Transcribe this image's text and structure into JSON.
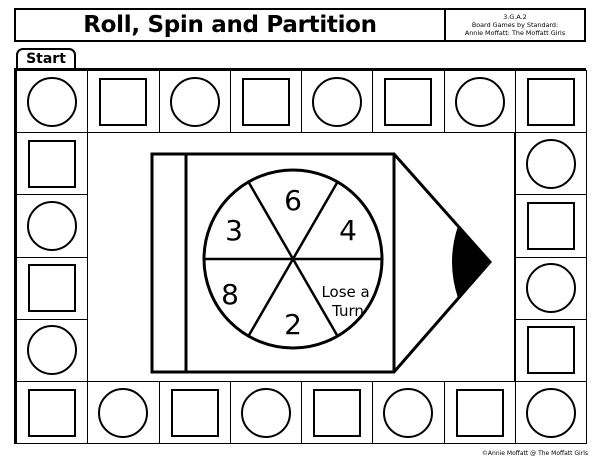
{
  "header": {
    "title": "Roll, Spin and Partition",
    "standard": "3.G.A.2",
    "series": "Board Games by Standard:",
    "author": "Annie Moffatt: The Moffatt Girls"
  },
  "start_label": "Start",
  "board": {
    "top_row": [
      "circle",
      "square",
      "circle",
      "square",
      "circle",
      "square",
      "circle",
      "square"
    ],
    "left_column": [
      "square",
      "circle",
      "square",
      "circle"
    ],
    "right_column": [
      "circle",
      "square",
      "circle",
      "square"
    ],
    "bottom_row": [
      "square",
      "circle",
      "square",
      "circle",
      "square",
      "circle",
      "square",
      "circle"
    ]
  },
  "spinner": {
    "sections": [
      "6",
      "4",
      "Lose a Turn",
      "2",
      "8",
      "3"
    ]
  },
  "footer": {
    "credit": "©Annie Moffatt @ The Moffatt Girls"
  }
}
